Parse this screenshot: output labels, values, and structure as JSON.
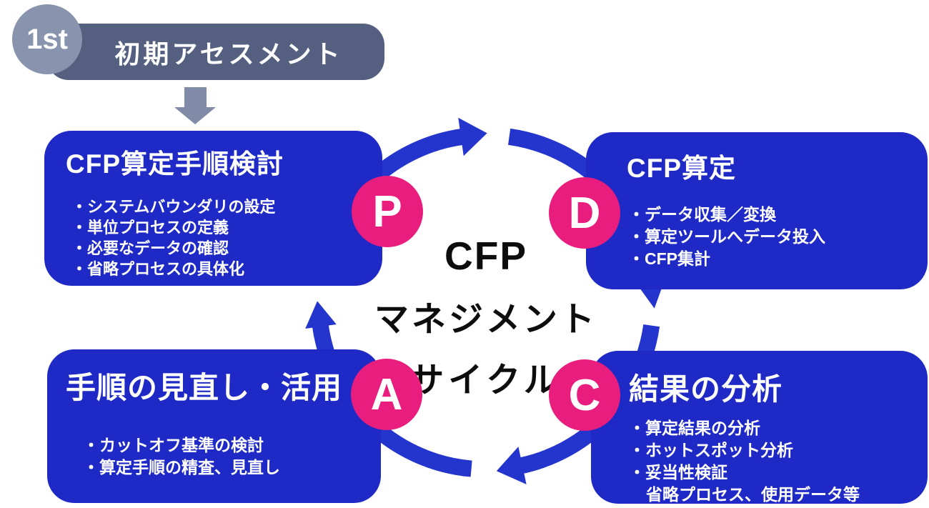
{
  "initial_assessment": {
    "badge": "1st",
    "label": "初期アセスメント"
  },
  "center": {
    "line1": "CFP",
    "line2": "マネジメント",
    "line3": "サイクル"
  },
  "boxes": {
    "plan": {
      "letter": "P",
      "title": "CFP算定手順検討",
      "bullets": [
        "・システムバウンダリの設定",
        "・単位プロセスの定義",
        "・必要なデータの確認",
        "・省略プロセスの具体化"
      ]
    },
    "do": {
      "letter": "D",
      "title": "CFP算定",
      "bullets": [
        "・データ収集／変換",
        "・算定ツールへデータ投入",
        "・CFP集計"
      ]
    },
    "check": {
      "letter": "C",
      "title": "結果の分析",
      "bullets": [
        "・算定結果の分析",
        "・ホットスポット分析",
        "・妥当性検証"
      ],
      "sub_note": "省略プロセス、使用データ等"
    },
    "act": {
      "letter": "A",
      "title": "手順の見直し・活用",
      "bullets": [
        "・カットオフ基準の検討",
        "・算定手順の精査、見直し"
      ]
    }
  },
  "colors": {
    "background": "#ffffff",
    "box_blue": "#1f2ac6",
    "ring_blue": "#2435cd",
    "pdca_pink": "#e91d7d",
    "badge_gray": "#8893ad",
    "bar_slate": "#556080",
    "arrow_gray": "#808ba8",
    "center_text": "#0d0d0d",
    "text_white": "#ffffff"
  }
}
